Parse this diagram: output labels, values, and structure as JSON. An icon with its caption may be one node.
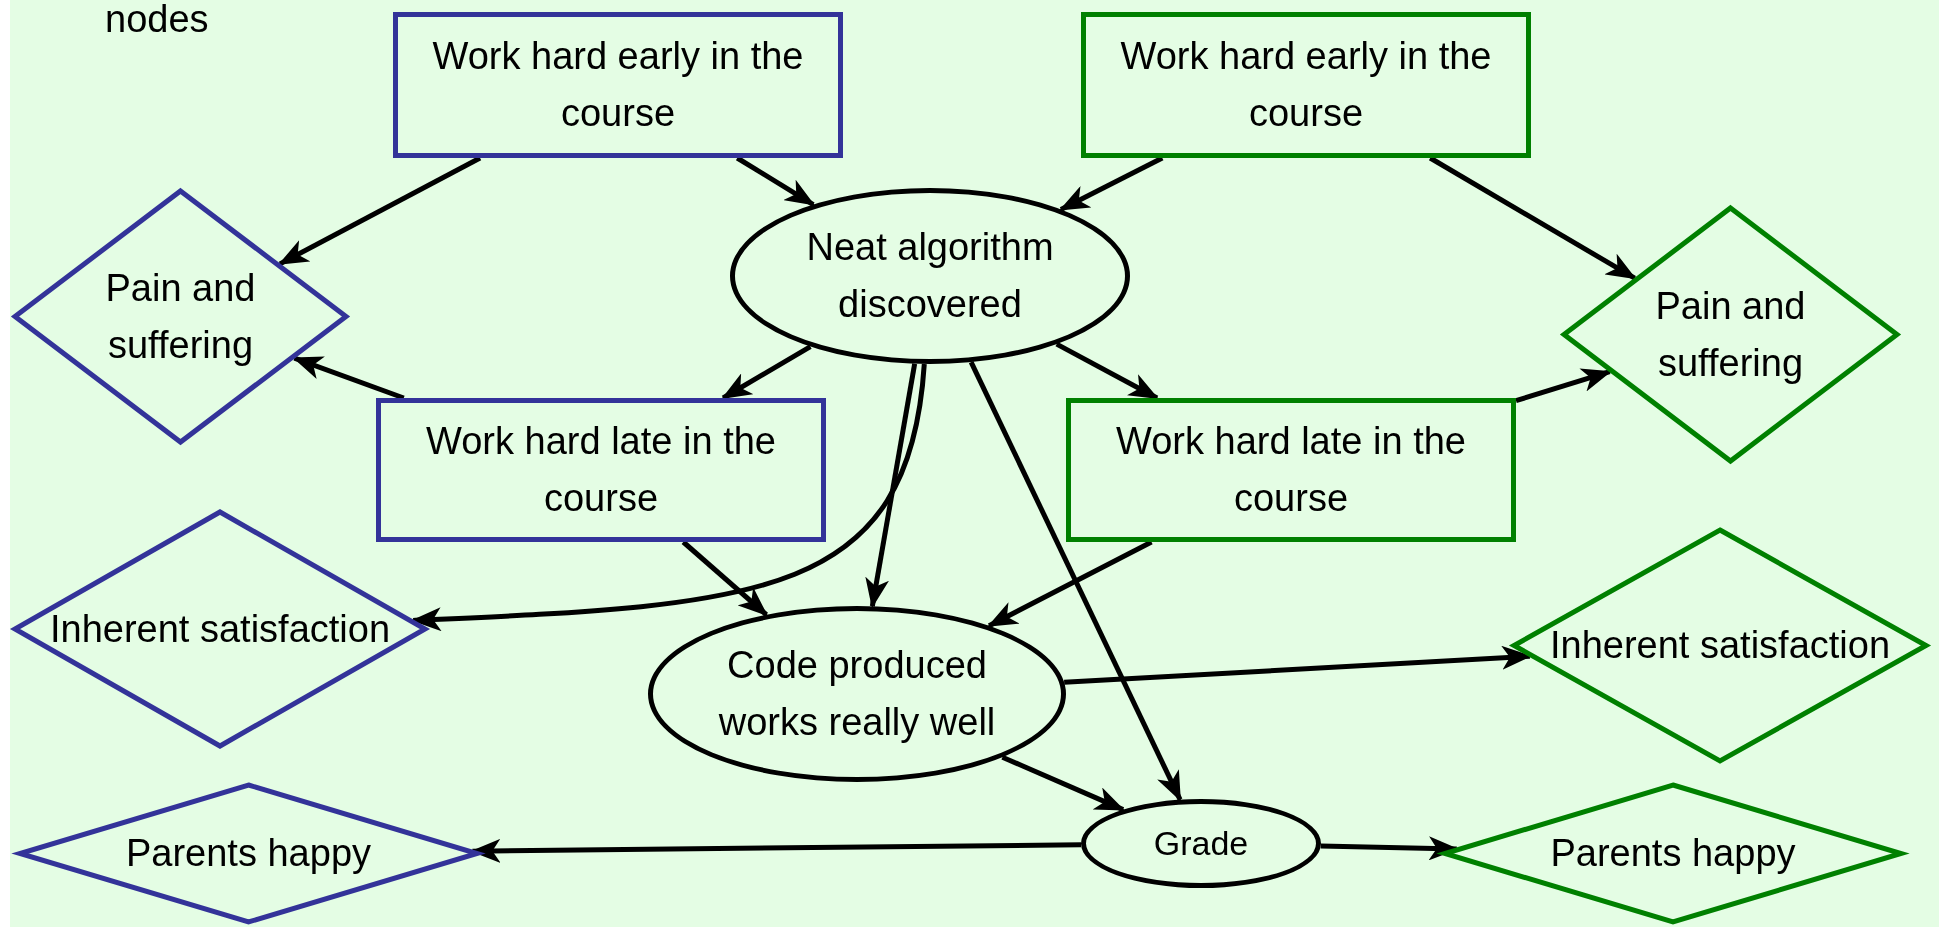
{
  "diagram": {
    "nodes": [
      {
        "text": [
          "Work hard early in the course"
        ]
      },
      {
        "text": [
          "Work hard early in the course"
        ]
      },
      {
        "text": [
          "Pain and suffering"
        ]
      },
      {
        "text": [
          "Neat algorithm discovered"
        ]
      },
      {
        "text": [
          "Pain and suffering"
        ]
      },
      {
        "text": [
          "Work hard late in the course"
        ]
      },
      {
        "text": [
          "Work hard late in the course"
        ]
      },
      {
        "text": [
          "Inherent satisfaction"
        ]
      },
      {
        "text": [
          "Code produced works really well"
        ]
      },
      {
        "text": [
          "Inherent satisfaction"
        ]
      },
      {
        "text": [
          "Parents happy"
        ]
      },
      {
        "text": [
          "Grade"
        ]
      },
      {
        "text": [
          "Parents happy"
        ]
      }
    ],
    "edges": [
      {
        "from": 0,
        "to": 2,
        "arrow": "to"
      },
      {
        "from": 0,
        "to": 3,
        "arrow": "to"
      },
      {
        "from": 1,
        "to": 3,
        "arrow": "to"
      },
      {
        "from": 1,
        "to": 4,
        "arrow": "to"
      },
      {
        "from": 3,
        "to": 5,
        "arrow": "to"
      },
      {
        "from": 3,
        "to": 6,
        "arrow": "to"
      },
      {
        "from": 5,
        "to": 2,
        "arrow": "to"
      },
      {
        "from": 6,
        "to": 4,
        "arrow": "to"
      },
      {
        "from": 3,
        "to": 7,
        "arrow": "to"
      },
      {
        "from": 3,
        "to": 8,
        "arrow": "to"
      },
      {
        "from": 3,
        "to": 11,
        "arrow": "to"
      },
      {
        "from": 5,
        "to": 8,
        "arrow": "to"
      },
      {
        "from": 6,
        "to": 8,
        "arrow": "to"
      },
      {
        "from": 8,
        "to": 9,
        "arrow": "to"
      },
      {
        "from": 8,
        "to": 11,
        "arrow": "to"
      },
      {
        "from": 11,
        "to": 10,
        "arrow": "to"
      },
      {
        "from": 11,
        "to": 12,
        "arrow": "to"
      }
    ],
    "labels": [
      "nodes"
    ]
  }
}
